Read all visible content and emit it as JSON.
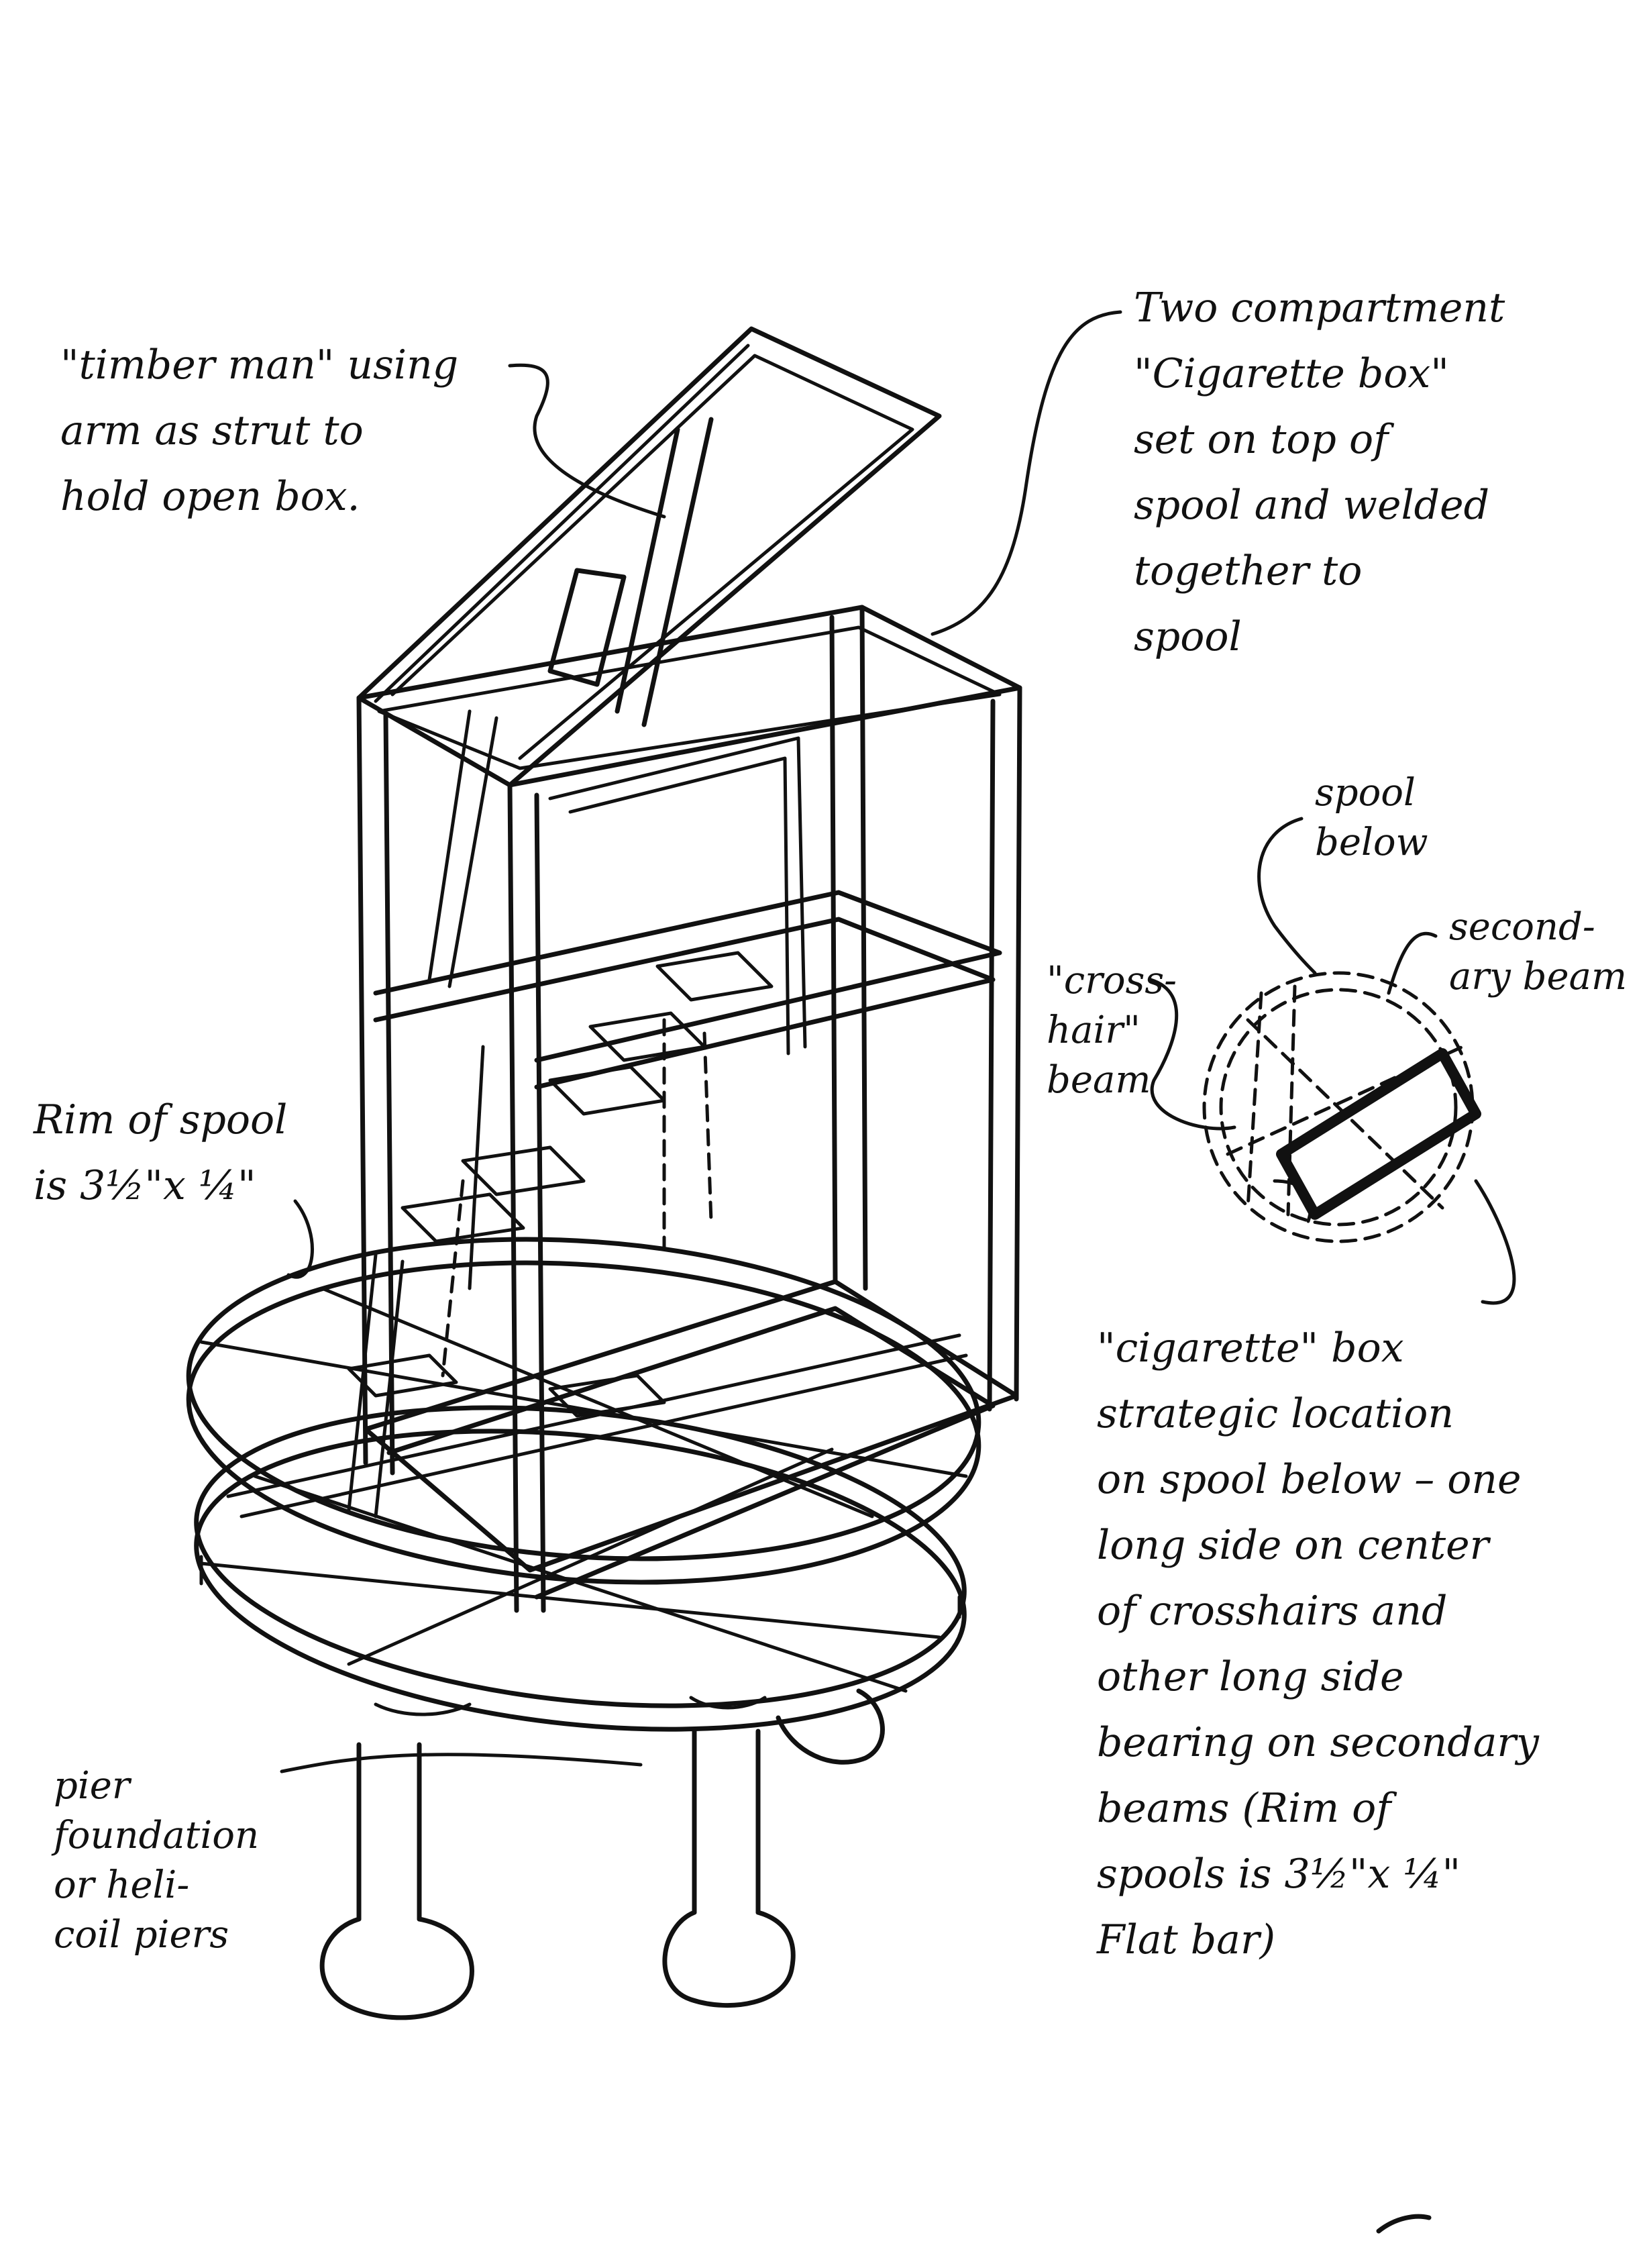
{
  "title": "",
  "notes": {
    "timberman": "\"timber man\" using\narm as strut to\nhold open box.",
    "cigarette_box_top": "Two compartment\n\"Cigarette box\"\nset on top of\nspool and welded\ntogether to\nspool",
    "rim_of_spool": "Rim of spool\nis 3½\"x ¼\"",
    "pier_foundation": "pier\nfoundation\nor heli-\ncoil piers",
    "spool_below": "spool\nbelow",
    "secondary_beam": "second-\nary beam",
    "crosshair_beam": "\"cross-\nhair\"\nbeam",
    "strategic_location": "\"cigarette\" box\nstrategic location\non spool below – one\nlong side on center\nof crosshairs and\nother long side\nbearing on secondary\nbeams (Rim of\nspools is 3½\"x ¼\"\nFlat bar)"
  }
}
